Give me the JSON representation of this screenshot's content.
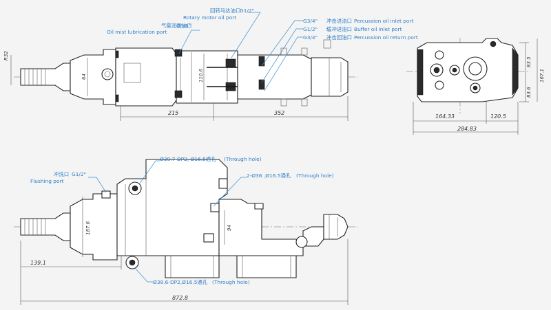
{
  "top_view": {
    "dims": {
      "r": "R32",
      "d64": "64",
      "d110": "110.6",
      "d215": "215",
      "d352": "352"
    },
    "callouts": {
      "rotary_cn": "回转马达油口",
      "rotary_size": "G1/2\"",
      "rotary_en": "Rotary motor oil port",
      "mist_cn": "气雾润滑油口",
      "mist_size": "G3/8\"",
      "mist_en": "Oil mist lubrication port",
      "inlet_size": "G3/4\"",
      "inlet_cn": "冲击进油口",
      "inlet_en": "Percussion oil inlet port",
      "buffer_size": "G1/2\"",
      "buffer_cn": "缓冲进油口",
      "buffer_en": "Buffer oil inlet port",
      "return_size": "G3/4\"",
      "return_cn": "冲击回油口",
      "return_en": "Percussion oil return port"
    }
  },
  "end_view": {
    "dims": {
      "d83_5_top": "83.5",
      "d83_6": "83.6",
      "d167_1": "167.1",
      "d164_33": "164.33",
      "d120_5": "120.5",
      "d284_83": "284.83"
    }
  },
  "side_view": {
    "dims": {
      "d187_6": "187.6",
      "d94": "94",
      "d139_1": "139.1",
      "d872_8": "872.8"
    },
    "callouts": {
      "hole1_spec": "Ø39.7-DP2, Ø16.5通孔",
      "hole1_en": "(Through hole)",
      "hole2_spec": "2-Ø36 ,Ø16.5通孔",
      "hole2_en": "(Through hole)",
      "hole3_spec": "Ø38.6-DP2,Ø16.5通孔",
      "hole3_en": "(Through hole)",
      "flush_cn": "冲洗口",
      "flush_size": "G1/2\"",
      "flush_en": "Flushing port"
    }
  }
}
